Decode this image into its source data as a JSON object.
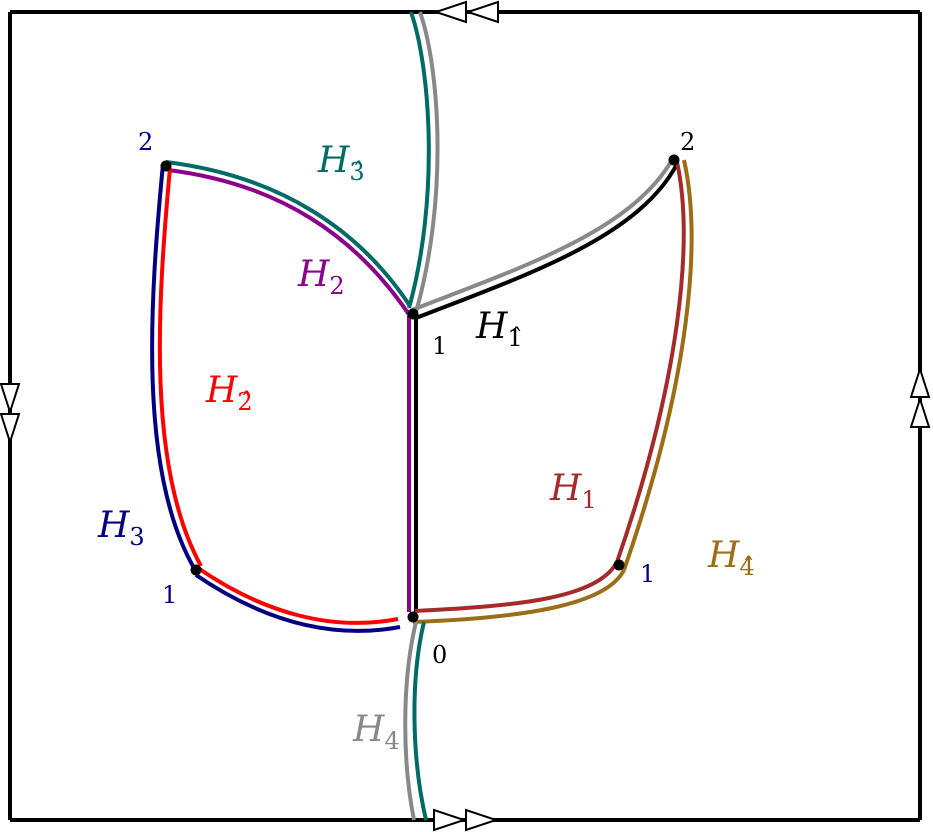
{
  "colors": {
    "black": "#000000",
    "gray": "#888888",
    "teal": "#006b66",
    "purple": "#8b008b",
    "red": "#ff0000",
    "navy": "#000080",
    "brick": "#a52a2a",
    "gold": "#9b6d16"
  },
  "labels": {
    "h_hat3": {
      "main": "H",
      "sub": "3̂"
    },
    "h2": {
      "main": "H",
      "sub": "2"
    },
    "h_hat1": {
      "main": "H",
      "sub": "1̂"
    },
    "h_hat2": {
      "main": "H",
      "sub": "2̂"
    },
    "h1": {
      "main": "H",
      "sub": "1"
    },
    "h3": {
      "main": "H",
      "sub": "3"
    },
    "h_hat4": {
      "main": "H",
      "sub": "4̂"
    },
    "h4": {
      "main": "H",
      "sub": "4"
    }
  },
  "vertex_labels": {
    "left_top": "2",
    "right_top": "2",
    "center": "1",
    "left_bottom": "1",
    "right_bottom": "1",
    "bottom_center": "0"
  }
}
